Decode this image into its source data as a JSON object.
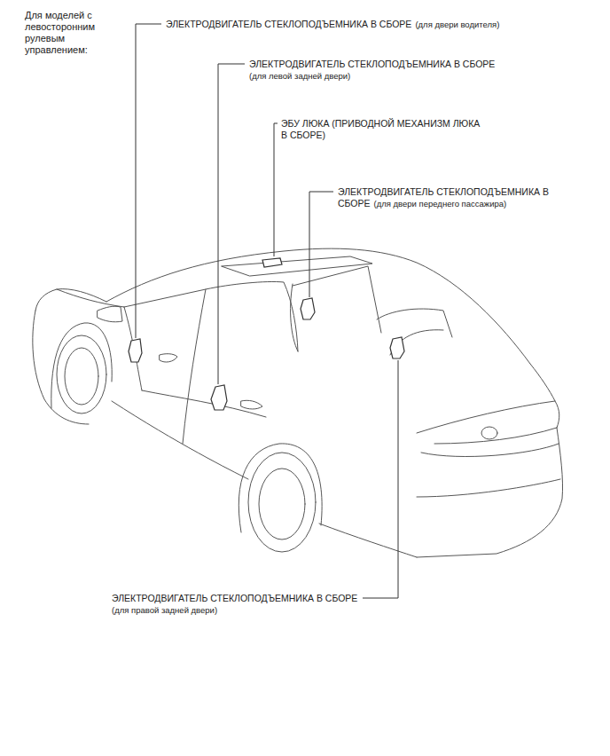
{
  "diagram": {
    "labels": [
      "Для моделей с левосторонним рулевым управлением:",
      "ЭЛЕКТРОДВИГАТЕЛЬ СТЕКЛОПОДЪЕМНИКА В СБОРЕ",
      "(для двери водителя)",
      "ЭЛЕКТРОДВИГАТЕЛЬ СТЕКЛОПОДЪЕМНИКА В СБОРЕ",
      "(для левой задней двери)",
      "ЭБУ ЛЮКА (ПРИВОДНОЙ МЕХАНИЗМ ЛЮКА В СБОРЕ)",
      "ЭЛЕКТРОДВИГАТЕЛЬ СТЕКЛОПОДЪЕМНИКА В СБОРЕ",
      "(для двери переднего пассажира)",
      "ЭЛЕКТРОДВИГАТЕЛЬ СТЕКЛОПОДЪЕМНИКА В СБОРЕ",
      "(для правой задней двери)"
    ]
  }
}
